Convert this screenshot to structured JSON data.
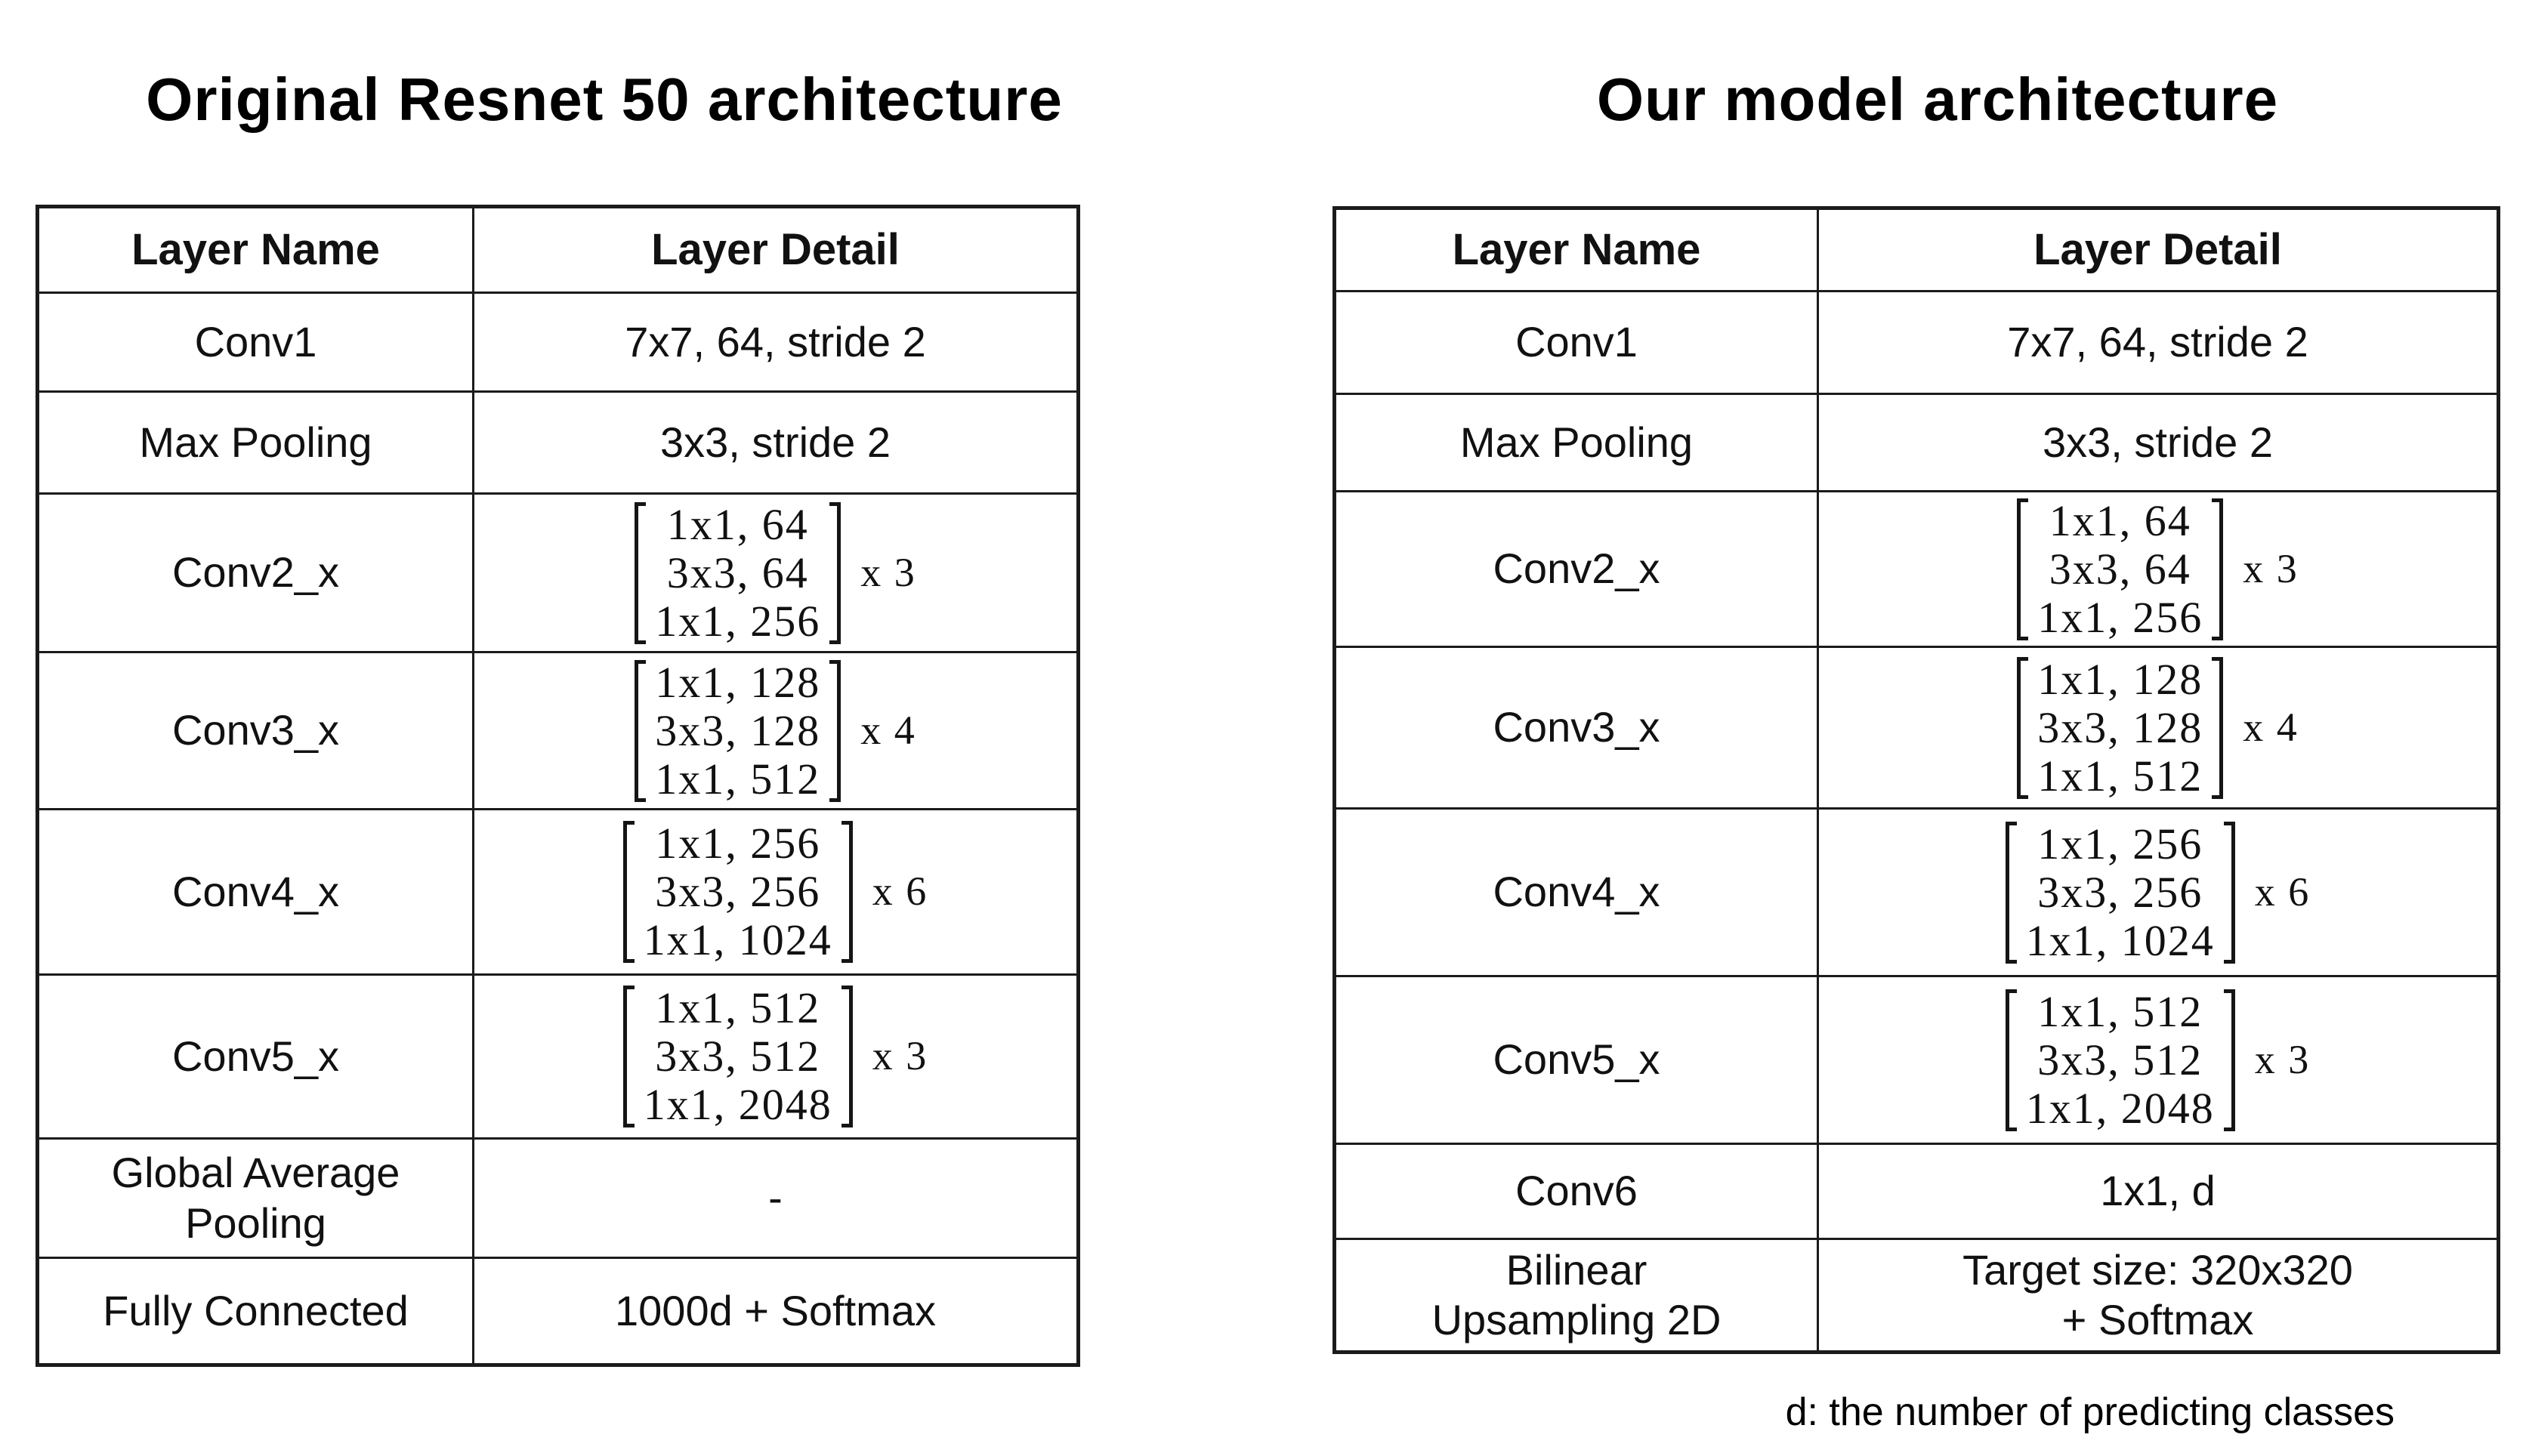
{
  "tables": {
    "left": {
      "title": "Original Resnet 50 architecture",
      "header": {
        "col1": "Layer Name",
        "col2": "Layer Detail"
      },
      "rows": [
        {
          "name": "Conv1",
          "detail": "7x7, 64, stride 2"
        },
        {
          "name": "Max Pooling",
          "detail": "3x3, stride 2"
        },
        {
          "name": "Conv2_x",
          "matrix": "1x1, 64\n3x3, 64\n1x1, 256",
          "multiplier": "x 3"
        },
        {
          "name": "Conv3_x",
          "matrix": "1x1, 128\n3x3, 128\n1x1, 512",
          "multiplier": "x 4"
        },
        {
          "name": "Conv4_x",
          "matrix": "1x1, 256\n3x3, 256\n1x1, 1024",
          "multiplier": "x 6"
        },
        {
          "name": "Conv5_x",
          "matrix": "1x1, 512\n3x3, 512\n1x1, 2048",
          "multiplier": "x 3"
        },
        {
          "name": "Global Average\nPooling",
          "detail": "-"
        },
        {
          "name": "Fully Connected",
          "detail": "1000d + Softmax"
        }
      ]
    },
    "right": {
      "title": "Our model architecture",
      "header": {
        "col1": "Layer Name",
        "col2": "Layer Detail"
      },
      "rows": [
        {
          "name": "Conv1",
          "detail": "7x7, 64, stride 2"
        },
        {
          "name": "Max Pooling",
          "detail": "3x3, stride 2"
        },
        {
          "name": "Conv2_x",
          "matrix": "1x1, 64\n3x3, 64\n1x1, 256",
          "multiplier": "x 3"
        },
        {
          "name": "Conv3_x",
          "matrix": "1x1, 128\n3x3, 128\n1x1, 512",
          "multiplier": "x 4"
        },
        {
          "name": "Conv4_x",
          "matrix": "1x1, 256\n3x3, 256\n1x1, 1024",
          "multiplier": "x 6"
        },
        {
          "name": "Conv5_x",
          "matrix": "1x1, 512\n3x3, 512\n1x1, 2048",
          "multiplier": "x 3"
        },
        {
          "name": "Conv6",
          "detail": "1x1, d"
        },
        {
          "name": "Bilinear\nUpsampling 2D",
          "detail": "Target size: 320x320\n+ Softmax"
        }
      ]
    }
  },
  "note": {
    "text": "d: the number of predicting classes"
  }
}
